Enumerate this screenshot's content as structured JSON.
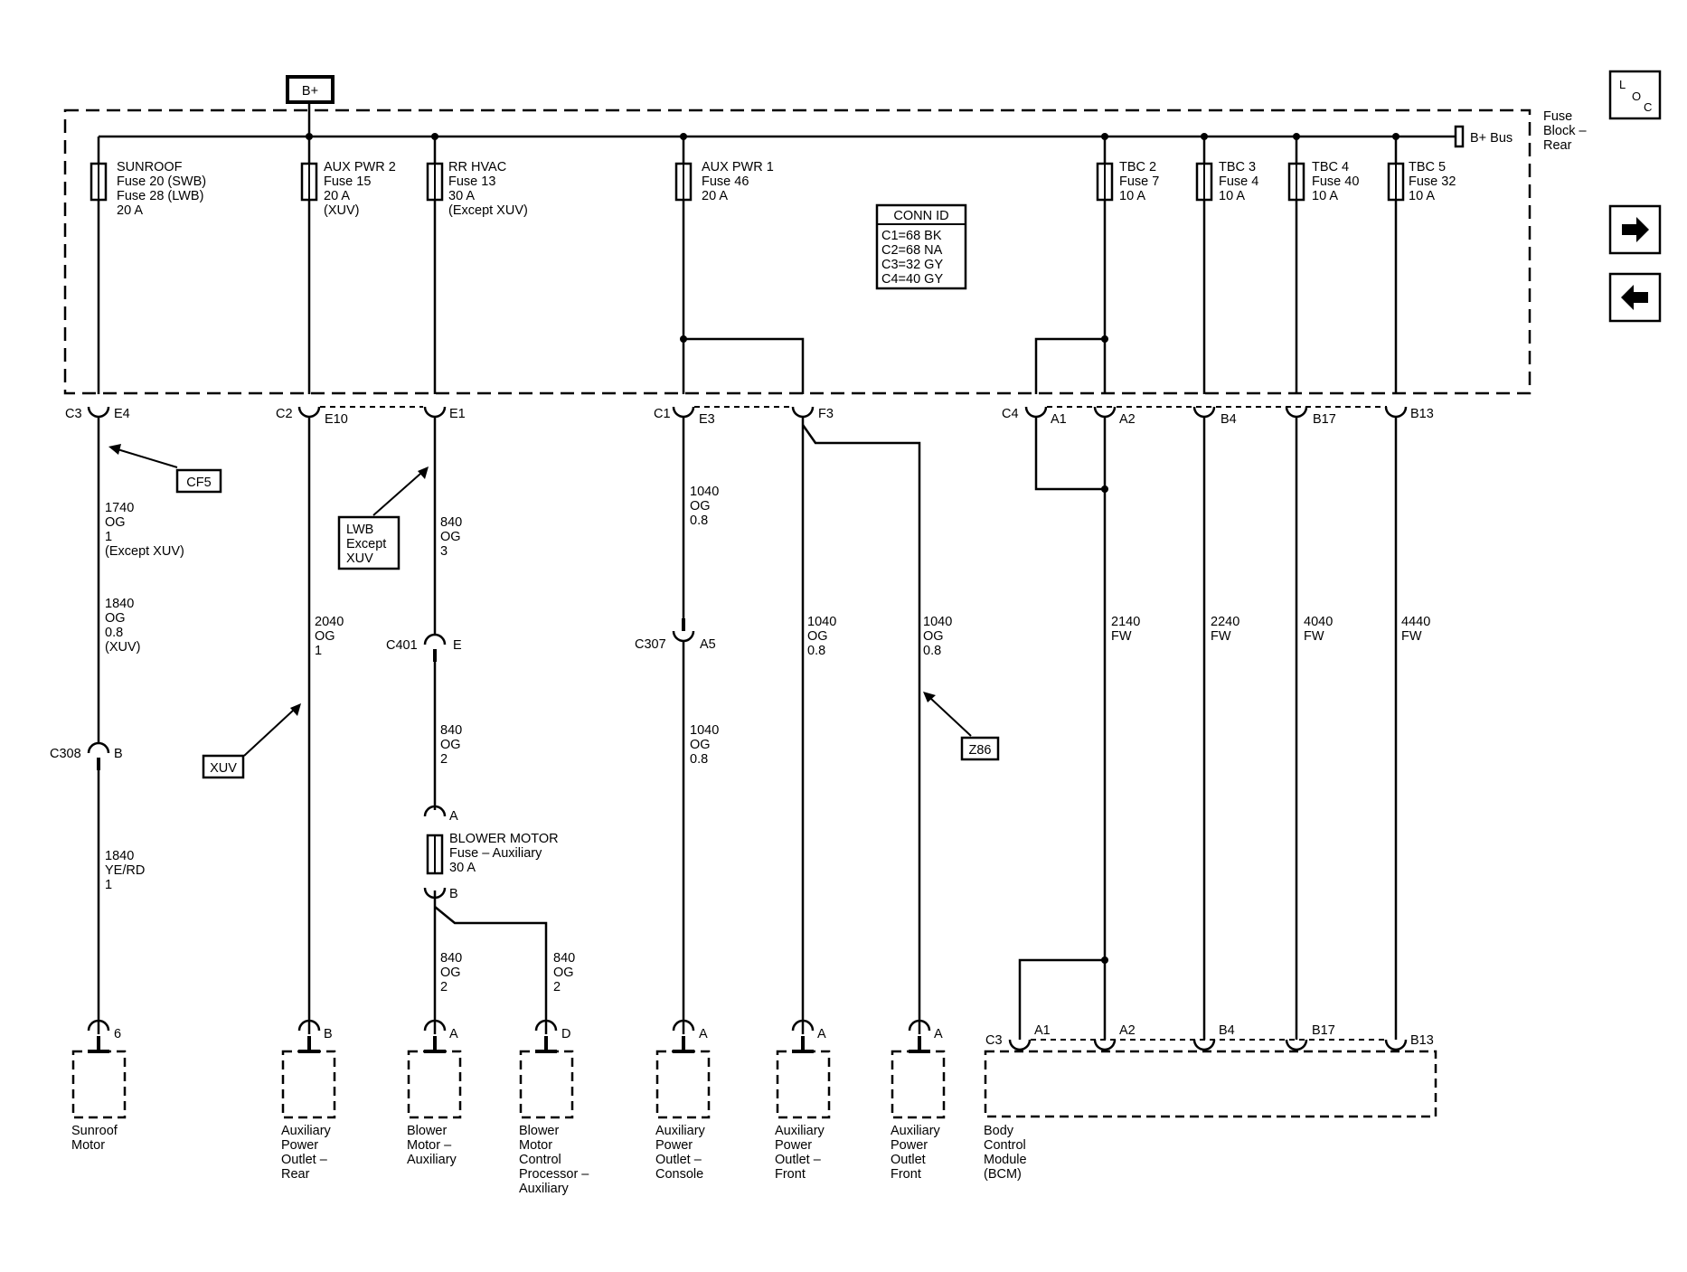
{
  "bplus": "B+",
  "fuse_block": {
    "label_lines": [
      "Fuse",
      "Block –",
      "Rear"
    ],
    "bus_label": "B+ Bus"
  },
  "loc_button": {
    "l": "L",
    "o": "O",
    "c": "C"
  },
  "nav": {
    "forward_icon": "arrow-right-icon",
    "back_icon": "arrow-left-icon"
  },
  "fuses": [
    {
      "lines": [
        "SUNROOF",
        "Fuse 20 (SWB)",
        "Fuse 28 (LWB)",
        "20 A"
      ]
    },
    {
      "lines": [
        "AUX PWR 2",
        "Fuse 15",
        "20 A",
        "(XUV)"
      ]
    },
    {
      "lines": [
        "RR HVAC",
        "Fuse 13",
        "30 A",
        "(Except XUV)"
      ]
    },
    {
      "lines": [
        "AUX PWR 1",
        "Fuse 46",
        "20 A"
      ]
    },
    {
      "lines": [
        "TBC 2",
        "Fuse 7",
        "10 A"
      ]
    },
    {
      "lines": [
        "TBC 3",
        "Fuse 4",
        "10 A"
      ]
    },
    {
      "lines": [
        "TBC 4",
        "Fuse 40",
        "10 A"
      ]
    },
    {
      "lines": [
        "TBC 5",
        "Fuse 32",
        "10 A"
      ]
    }
  ],
  "conn_id": {
    "title": "CONN ID",
    "lines": [
      "C1=68 BK",
      "C2=68 NA",
      "C3=32 GY",
      "C4=40 GY"
    ]
  },
  "connector_labels": {
    "c3": "C3",
    "e4": "E4",
    "c2": "C2",
    "e10": "E10",
    "e1": "E1",
    "c1": "C1",
    "e3": "E3",
    "f3": "F3",
    "c4": "C4",
    "a1": "A1",
    "a2": "A2",
    "b4": "B4",
    "b17": "B17",
    "b13": "B13",
    "c308": "C308",
    "c308_pin": "B",
    "c401": "C401",
    "c401_pin": "E",
    "c307": "C307",
    "c307_pin": "A5",
    "blower_fuse_a": "A",
    "blower_fuse_b": "B"
  },
  "callouts": {
    "cf5": "CF5",
    "lwb": [
      "LWB",
      "Except",
      "XUV"
    ],
    "xuv": "XUV",
    "z86": "Z86"
  },
  "wires": {
    "w1740": [
      "1740",
      "OG",
      "1",
      "(Except XUV)"
    ],
    "w1840a": [
      "1840",
      "OG",
      "0.8",
      "(XUV)"
    ],
    "w1840b": [
      "1840",
      "YE/RD",
      "1"
    ],
    "w2040": [
      "2040",
      "OG",
      "1"
    ],
    "w840a": [
      "840",
      "OG",
      "3"
    ],
    "w840b": [
      "840",
      "OG",
      "2"
    ],
    "w840c": [
      "840",
      "OG",
      "2"
    ],
    "w840d": [
      "840",
      "OG",
      "2"
    ],
    "w1040a": [
      "1040",
      "OG",
      "0.8"
    ],
    "w1040b": [
      "1040",
      "OG",
      "0.8"
    ],
    "w1040c": [
      "1040",
      "OG",
      "0.8"
    ],
    "w1040d": [
      "1040",
      "OG",
      "0.8"
    ],
    "w2140": [
      "2140",
      "FW"
    ],
    "w2240": [
      "2240",
      "FW"
    ],
    "w4040": [
      "4040",
      "FW"
    ],
    "w4440": [
      "4440",
      "FW"
    ]
  },
  "blower_fuse": [
    "BLOWER MOTOR",
    "Fuse – Auxiliary",
    "30 A"
  ],
  "components": [
    {
      "pin": "6",
      "lines": [
        "Sunroof",
        "Motor"
      ]
    },
    {
      "pin": "B",
      "lines": [
        "Auxiliary",
        "Power",
        "Outlet –",
        "Rear"
      ]
    },
    {
      "pin": "A",
      "lines": [
        "Blower",
        "Motor –",
        "Auxiliary"
      ]
    },
    {
      "pin": "D",
      "lines": [
        "Blower",
        "Motor",
        "Control",
        "Processor –",
        "Auxiliary"
      ]
    },
    {
      "pin": "A",
      "lines": [
        "Auxiliary",
        "Power",
        "Outlet –",
        "Console"
      ]
    },
    {
      "pin": "A",
      "lines": [
        "Auxiliary",
        "Power",
        "Outlet –",
        "Front"
      ]
    },
    {
      "pin": "A",
      "lines": [
        "Auxiliary",
        "Power",
        "Outlet",
        "Front"
      ]
    }
  ],
  "bcm": {
    "lines": [
      "Body",
      "Control",
      "Module",
      "(BCM)"
    ],
    "c3": "C3",
    "pins": [
      "A1",
      "A2",
      "B4",
      "B17",
      "B13"
    ]
  }
}
